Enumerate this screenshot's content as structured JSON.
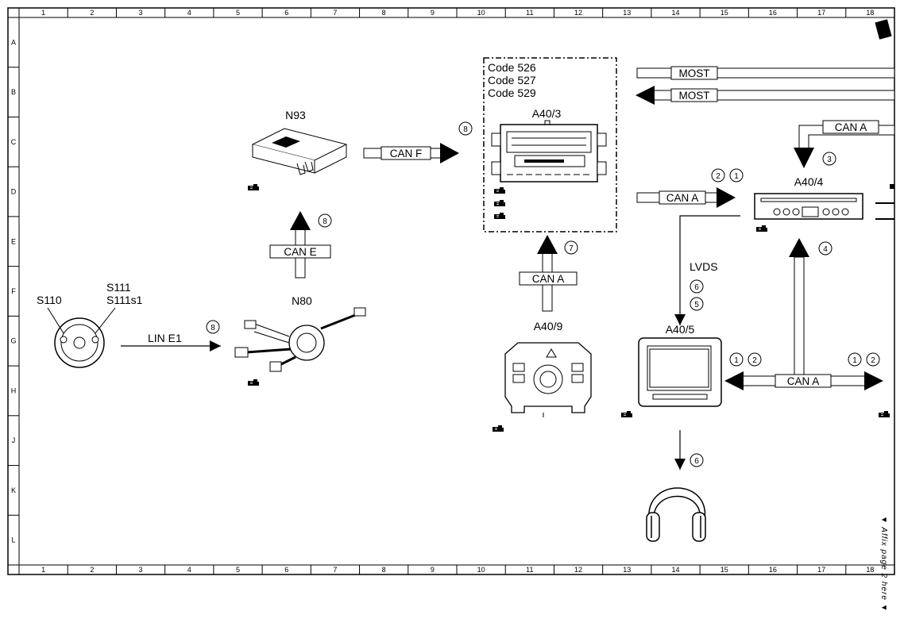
{
  "grid": {
    "columns": [
      "1",
      "2",
      "3",
      "4",
      "5",
      "6",
      "7",
      "8",
      "9",
      "10",
      "11",
      "12",
      "13",
      "14",
      "15",
      "16",
      "17",
      "18"
    ],
    "rows": [
      "A",
      "B",
      "C",
      "D",
      "E",
      "F",
      "G",
      "H",
      "J",
      "K",
      "L"
    ]
  },
  "components": {
    "n93": "N93",
    "n80": "N80",
    "s110": "S110",
    "s111": "S111",
    "s111s1": "S111s1",
    "a40_3": "A40/3",
    "a40_4": "A40/4",
    "a40_5": "A40/5",
    "a40_9": "A40/9"
  },
  "codes": [
    "Code 526",
    "Code 527",
    "Code 529"
  ],
  "buses": {
    "lin_e1": "LIN E1",
    "can_e": "CAN E",
    "can_f": "CAN F",
    "can_a": "CAN A",
    "most": "MOST",
    "lvds": "LVDS"
  },
  "markers": {
    "m1": "1",
    "m2": "2",
    "m3": "3",
    "m4": "4",
    "m5": "5",
    "m6": "6",
    "m7": "7",
    "m8": "8"
  },
  "side_note": "▼ Affix page 2 here ▼"
}
